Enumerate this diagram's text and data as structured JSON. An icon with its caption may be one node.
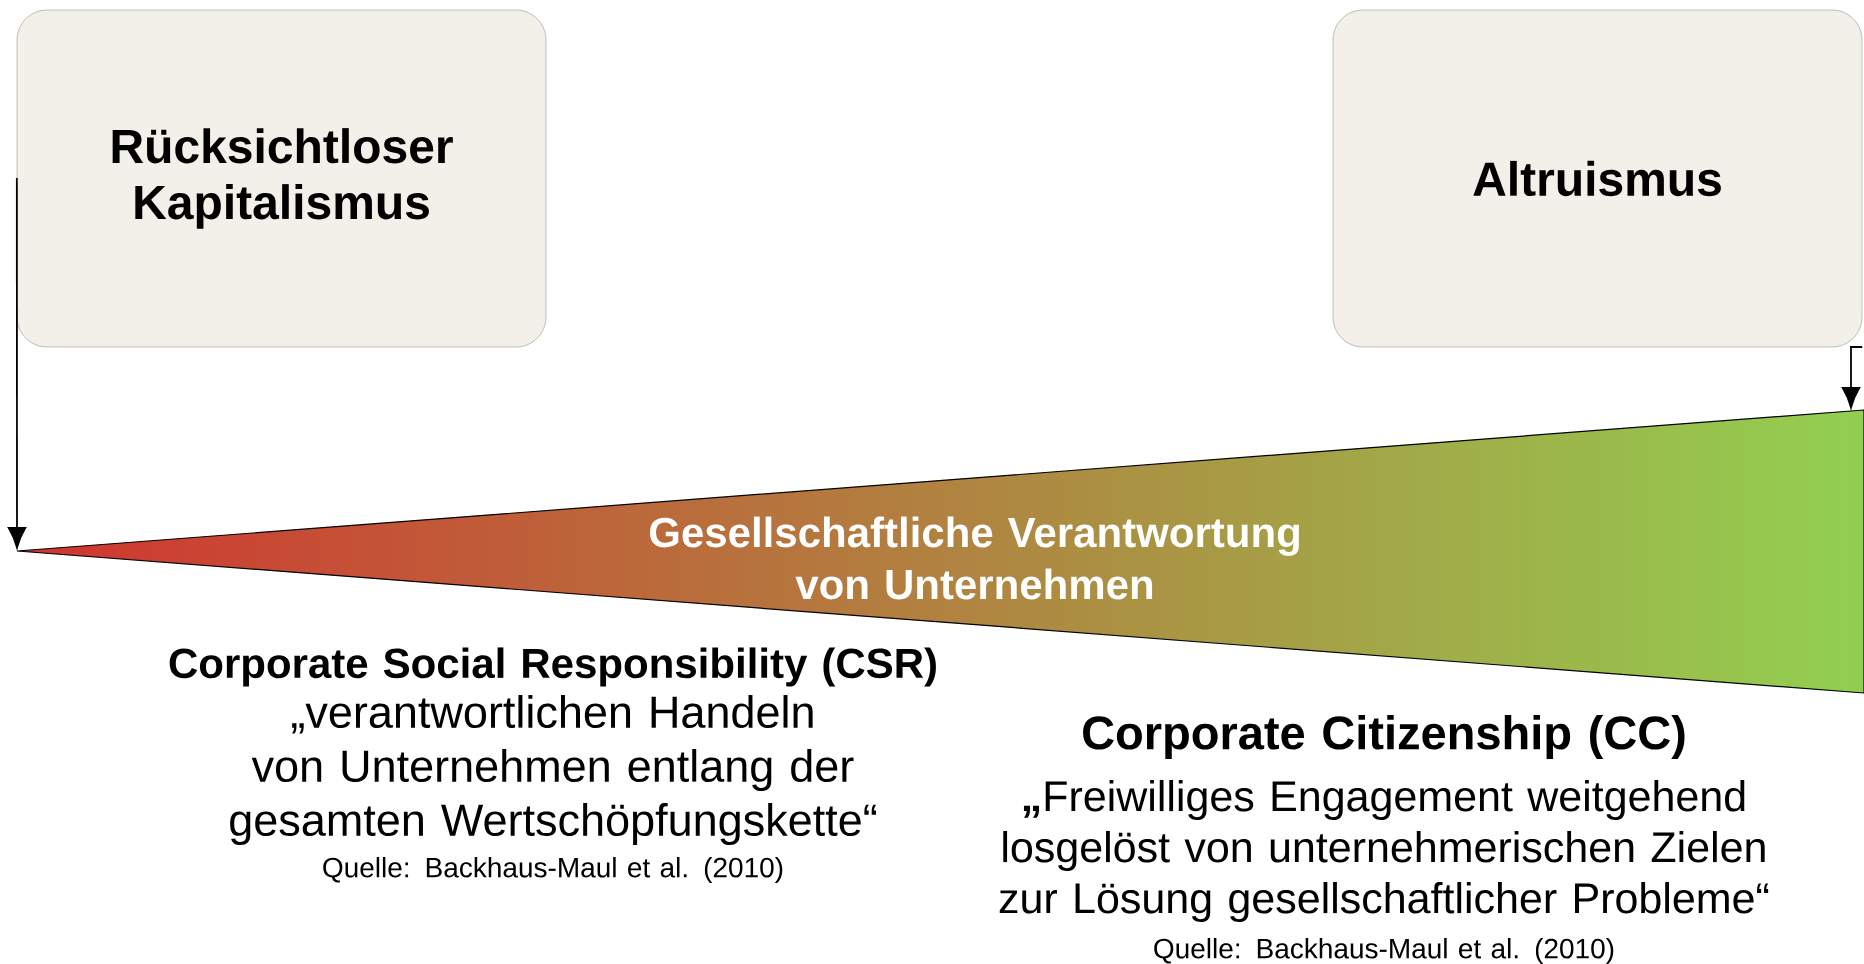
{
  "diagram": {
    "nodes": [
      {
        "text": [
          "Rücksichtloser Kapitalismus"
        ]
      },
      {
        "text": [
          "Altruismus"
        ]
      },
      {
        "text": [
          "Gesellschaftliche Verantwortung von Unternehmen"
        ]
      }
    ],
    "edges": [
      {
        "from": 0,
        "to": 2,
        "arrow": "to"
      },
      {
        "from": 1,
        "to": 2,
        "arrow": "to"
      }
    ],
    "labels": [
      "Corporate Social Responsibility (CSR)",
      "„verantwortlichen Handeln von Unternehmen entlang der gesamten Wertschöpfungskette“",
      "Quelle: Backhaus-Maul et al. (2010)",
      "Corporate Citizenship (CC)",
      "**„**Freiwilliges Engagement weitgehend losgelöst von unternehmerischen Zielen zur Lösung gesellschaftlicher Probleme“",
      "Quelle: Backhaus-Maul et al. (2010)"
    ]
  }
}
